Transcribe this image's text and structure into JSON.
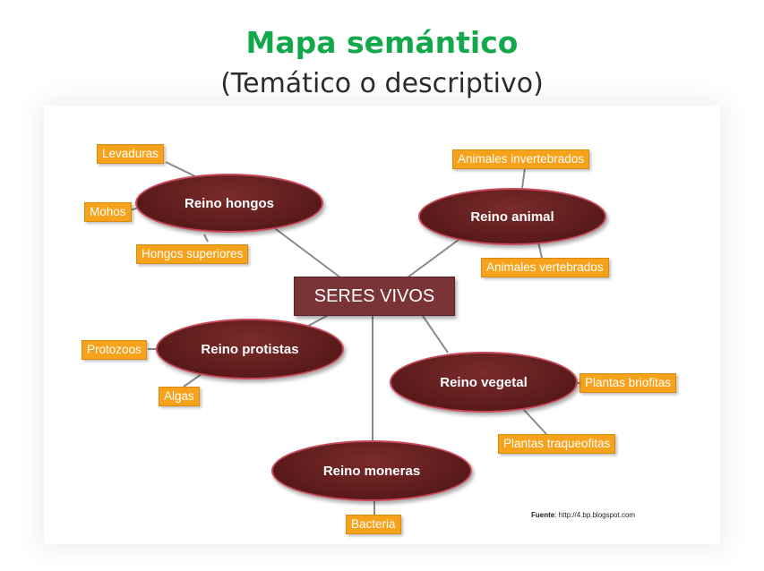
{
  "title": "Mapa semántico",
  "subtitle": "(Temático o descriptivo)",
  "center": "SERES VIVOS",
  "reinos": {
    "hongos": "Reino hongos",
    "animal": "Reino animal",
    "protistas": "Reino protistas",
    "vegetal": "Reino vegetal",
    "moneras": "Reino moneras"
  },
  "leaves": {
    "levaduras": "Levaduras",
    "mohos": "Mohos",
    "hongos_superiores": "Hongos superiores",
    "animales_invertebrados": "Animales invertebrados",
    "animales_vertebrados": "Animales vertebrados",
    "protozoos": "Protozoos",
    "algas": "Algas",
    "plantas_briofitas": "Plantas briofitas",
    "plantas_traqueofitas": "Plantas traqueofitas",
    "bacteria": "Bacteria"
  },
  "source": {
    "label": "Fuente",
    "text": ": http://4.bp.blogspot.com"
  },
  "colors": {
    "title": "#13a84b",
    "leaf": "#f7a21b",
    "reino": "#5a1a1a",
    "reino_border": "#c8495a",
    "center": "#7a3336",
    "connector": "#8a8a8a"
  }
}
